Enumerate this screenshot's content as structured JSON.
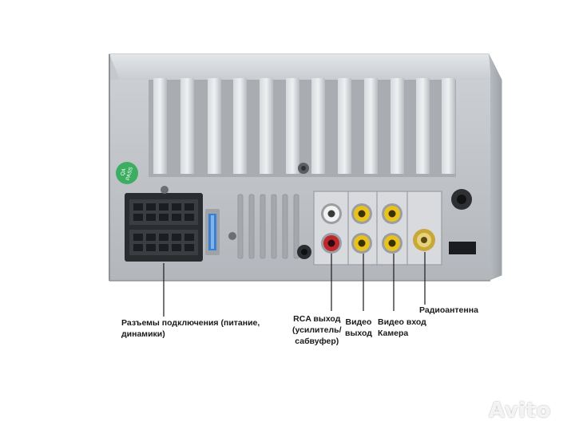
{
  "sticker": {
    "line1": "QA",
    "line2": "PASS"
  },
  "labels": {
    "connectors_line1": "Разъемы подключения (питание,",
    "connectors_line2": "динамики)",
    "rca_line1": "RCA выход",
    "rca_line2": "(усилитель/",
    "rca_line3": "сабвуфер)",
    "video_out_line1": "Видео",
    "video_out_line2": "выход",
    "video_in_line1": "Видео вход",
    "video_in_line2": "Камера",
    "antenna": "Радиоантенна"
  },
  "watermark": {
    "text": "Avito"
  },
  "colors": {
    "chassis": "#cfd2d6",
    "panel": "#bfc3c8",
    "rca_red": "#c0272d",
    "rca_white": "#f2f2f2",
    "rca_yellow": "#e8c21e",
    "fuse_blue": "#3a7fd0",
    "sticker_green": "#3cae62"
  },
  "icons": {
    "watermark_logo": "avito-logo-icon"
  }
}
